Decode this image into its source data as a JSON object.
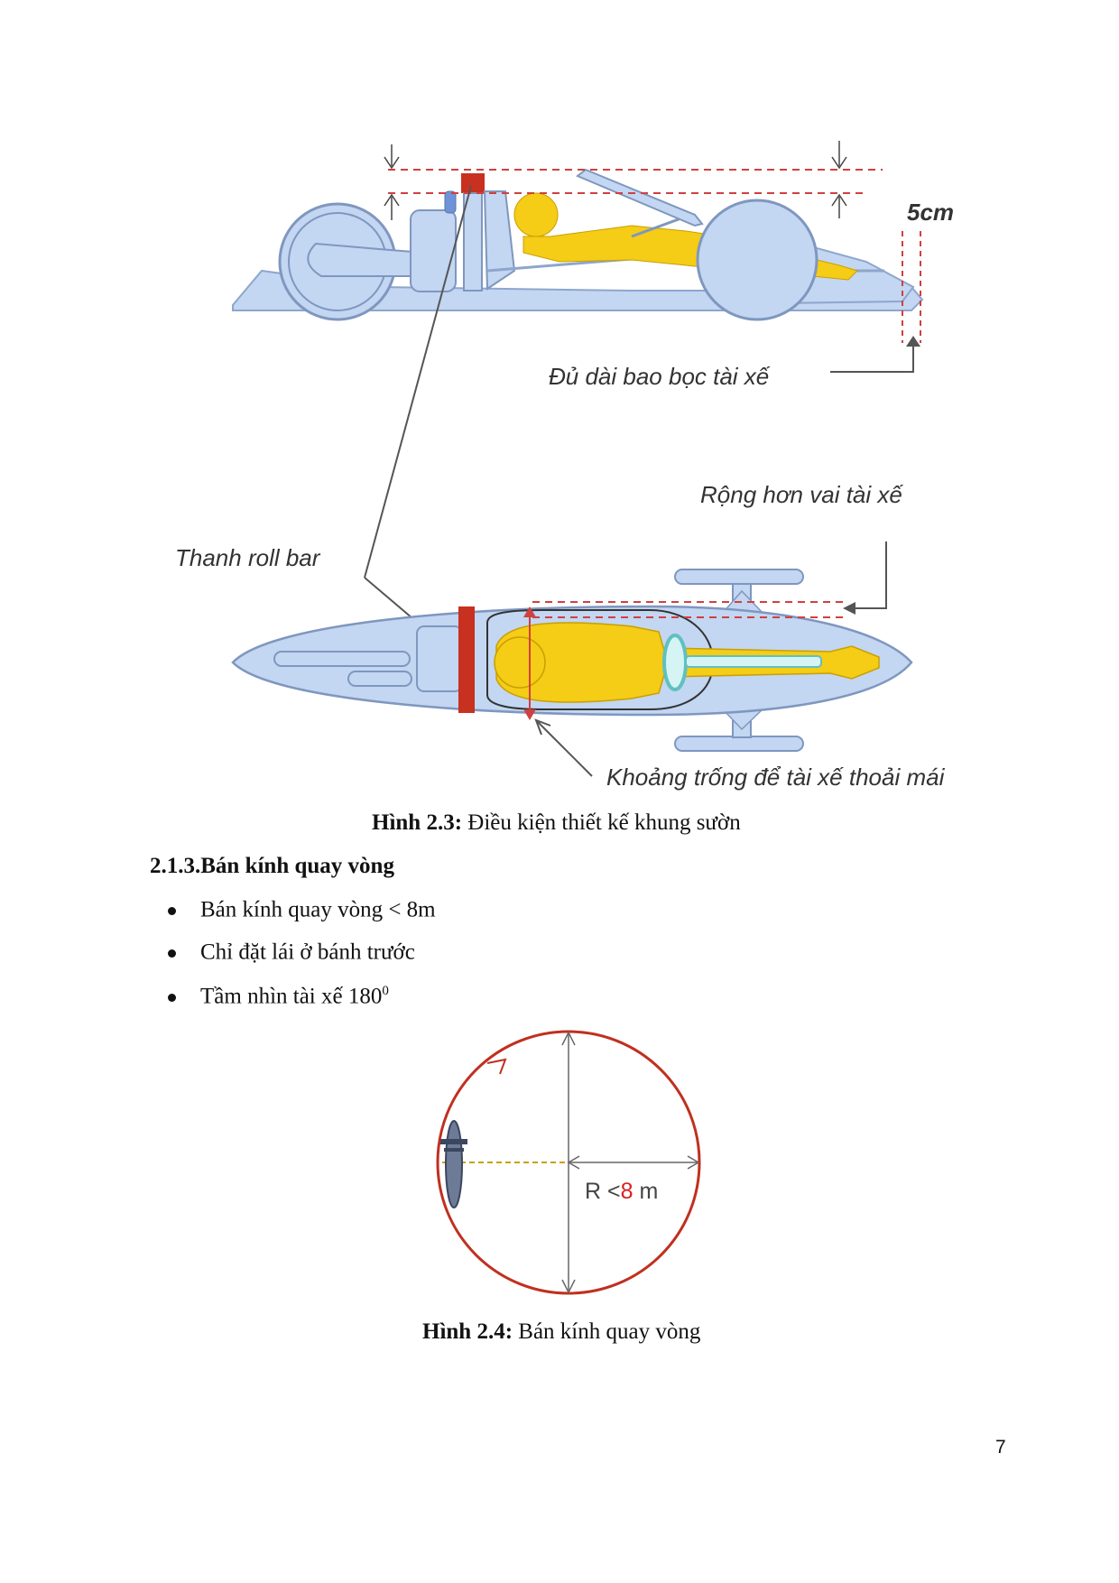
{
  "figure1": {
    "labels": {
      "dim": "5cm",
      "length": "Đủ dài bao bọc tài xế",
      "width": "Rộng hơn vai tài xế",
      "rollbar": "Thanh roll bar",
      "space": "Khoảng trống để tài xế thoải mái"
    },
    "caption_bold": "Hình 2.3:",
    "caption_text": " Điều kiện thiết kế khung sườn"
  },
  "section": {
    "heading": "2.1.3.Bán kính quay vòng",
    "bullets": [
      {
        "text": "Bán kính quay vòng < 8m",
        "sup": ""
      },
      {
        "text": "Chỉ đặt lái ở bánh trước",
        "sup": ""
      },
      {
        "text": "Tầm nhìn tài xế 180",
        "sup": "0"
      }
    ]
  },
  "figure2": {
    "radius_prefix": "R <",
    "radius_value": "8",
    "radius_unit": " m",
    "caption_bold": "Hình 2.4:",
    "caption_text": " Bán kính quay vòng"
  },
  "page_number": "7",
  "colors": {
    "body_blue": "#c3d6f2",
    "body_stroke": "#8ea6cc",
    "driver_yellow": "#f5cc16",
    "roll_bar_red": "#c8301f",
    "circle_red": "#c0301f",
    "dash_red": "#d04040"
  }
}
